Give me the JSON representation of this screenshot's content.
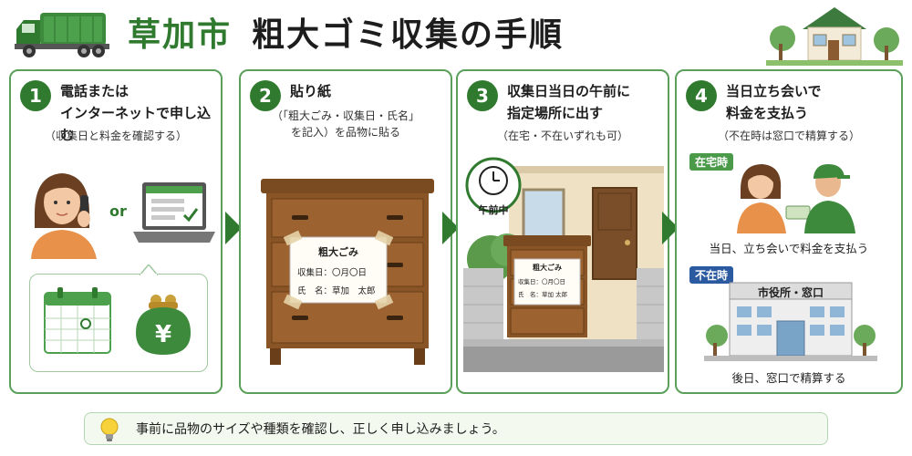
{
  "header": {
    "city": "草加市",
    "title": "粗大ゴミ収集の手順"
  },
  "steps": [
    {
      "number": "1",
      "title_line1": "電話または",
      "title_line2": "インターネットで申し込む",
      "note": "（収集日と料金を確認する）",
      "or_label": "or",
      "yen_symbol": "¥"
    },
    {
      "number": "2",
      "title_line1": "貼り紙",
      "note_line1": "（「粗大ごみ・収集日・氏名」",
      "note_line2": "を記入）を品物に貼る",
      "label": {
        "heading": "粗大ごみ",
        "date_line": "収集日：〇月〇日",
        "name_line": "氏　名：草加　太郎"
      }
    },
    {
      "number": "3",
      "title_line1": "収集日当日の午前に",
      "title_line2": "指定場所に出す",
      "note": "（在宅・不在いずれも可）",
      "clock_label": "午前中",
      "label": {
        "heading": "粗大ごみ",
        "date_line": "収集日：〇月〇日",
        "name_line": "氏　名：草加 太郎"
      }
    },
    {
      "number": "4",
      "title_line1": "当日立ち会いで",
      "title_line2": "料金を支払う",
      "note": "（不在時は窓口で精算する）",
      "home_tag": "在宅時",
      "home_caption": "当日、立ち会いで料金を支払う",
      "away_tag": "不在時",
      "office_sign": "市役所・窓口",
      "away_caption": "後日、窓口で精算する"
    }
  ],
  "tip": {
    "text": "事前に品物のサイズや種類を確認し、正しく申し込みましょう。"
  },
  "colors": {
    "accent_green": "#2f7a2f",
    "card_border": "#5aa05a",
    "away_blue": "#2c5aa0",
    "furniture_brown": "#8a5526"
  },
  "icons": [
    "garbage-truck-icon",
    "house-icon",
    "phone-icon",
    "laptop-icon",
    "calendar-icon",
    "coin-purse-icon",
    "clock-icon",
    "lightbulb-icon"
  ]
}
